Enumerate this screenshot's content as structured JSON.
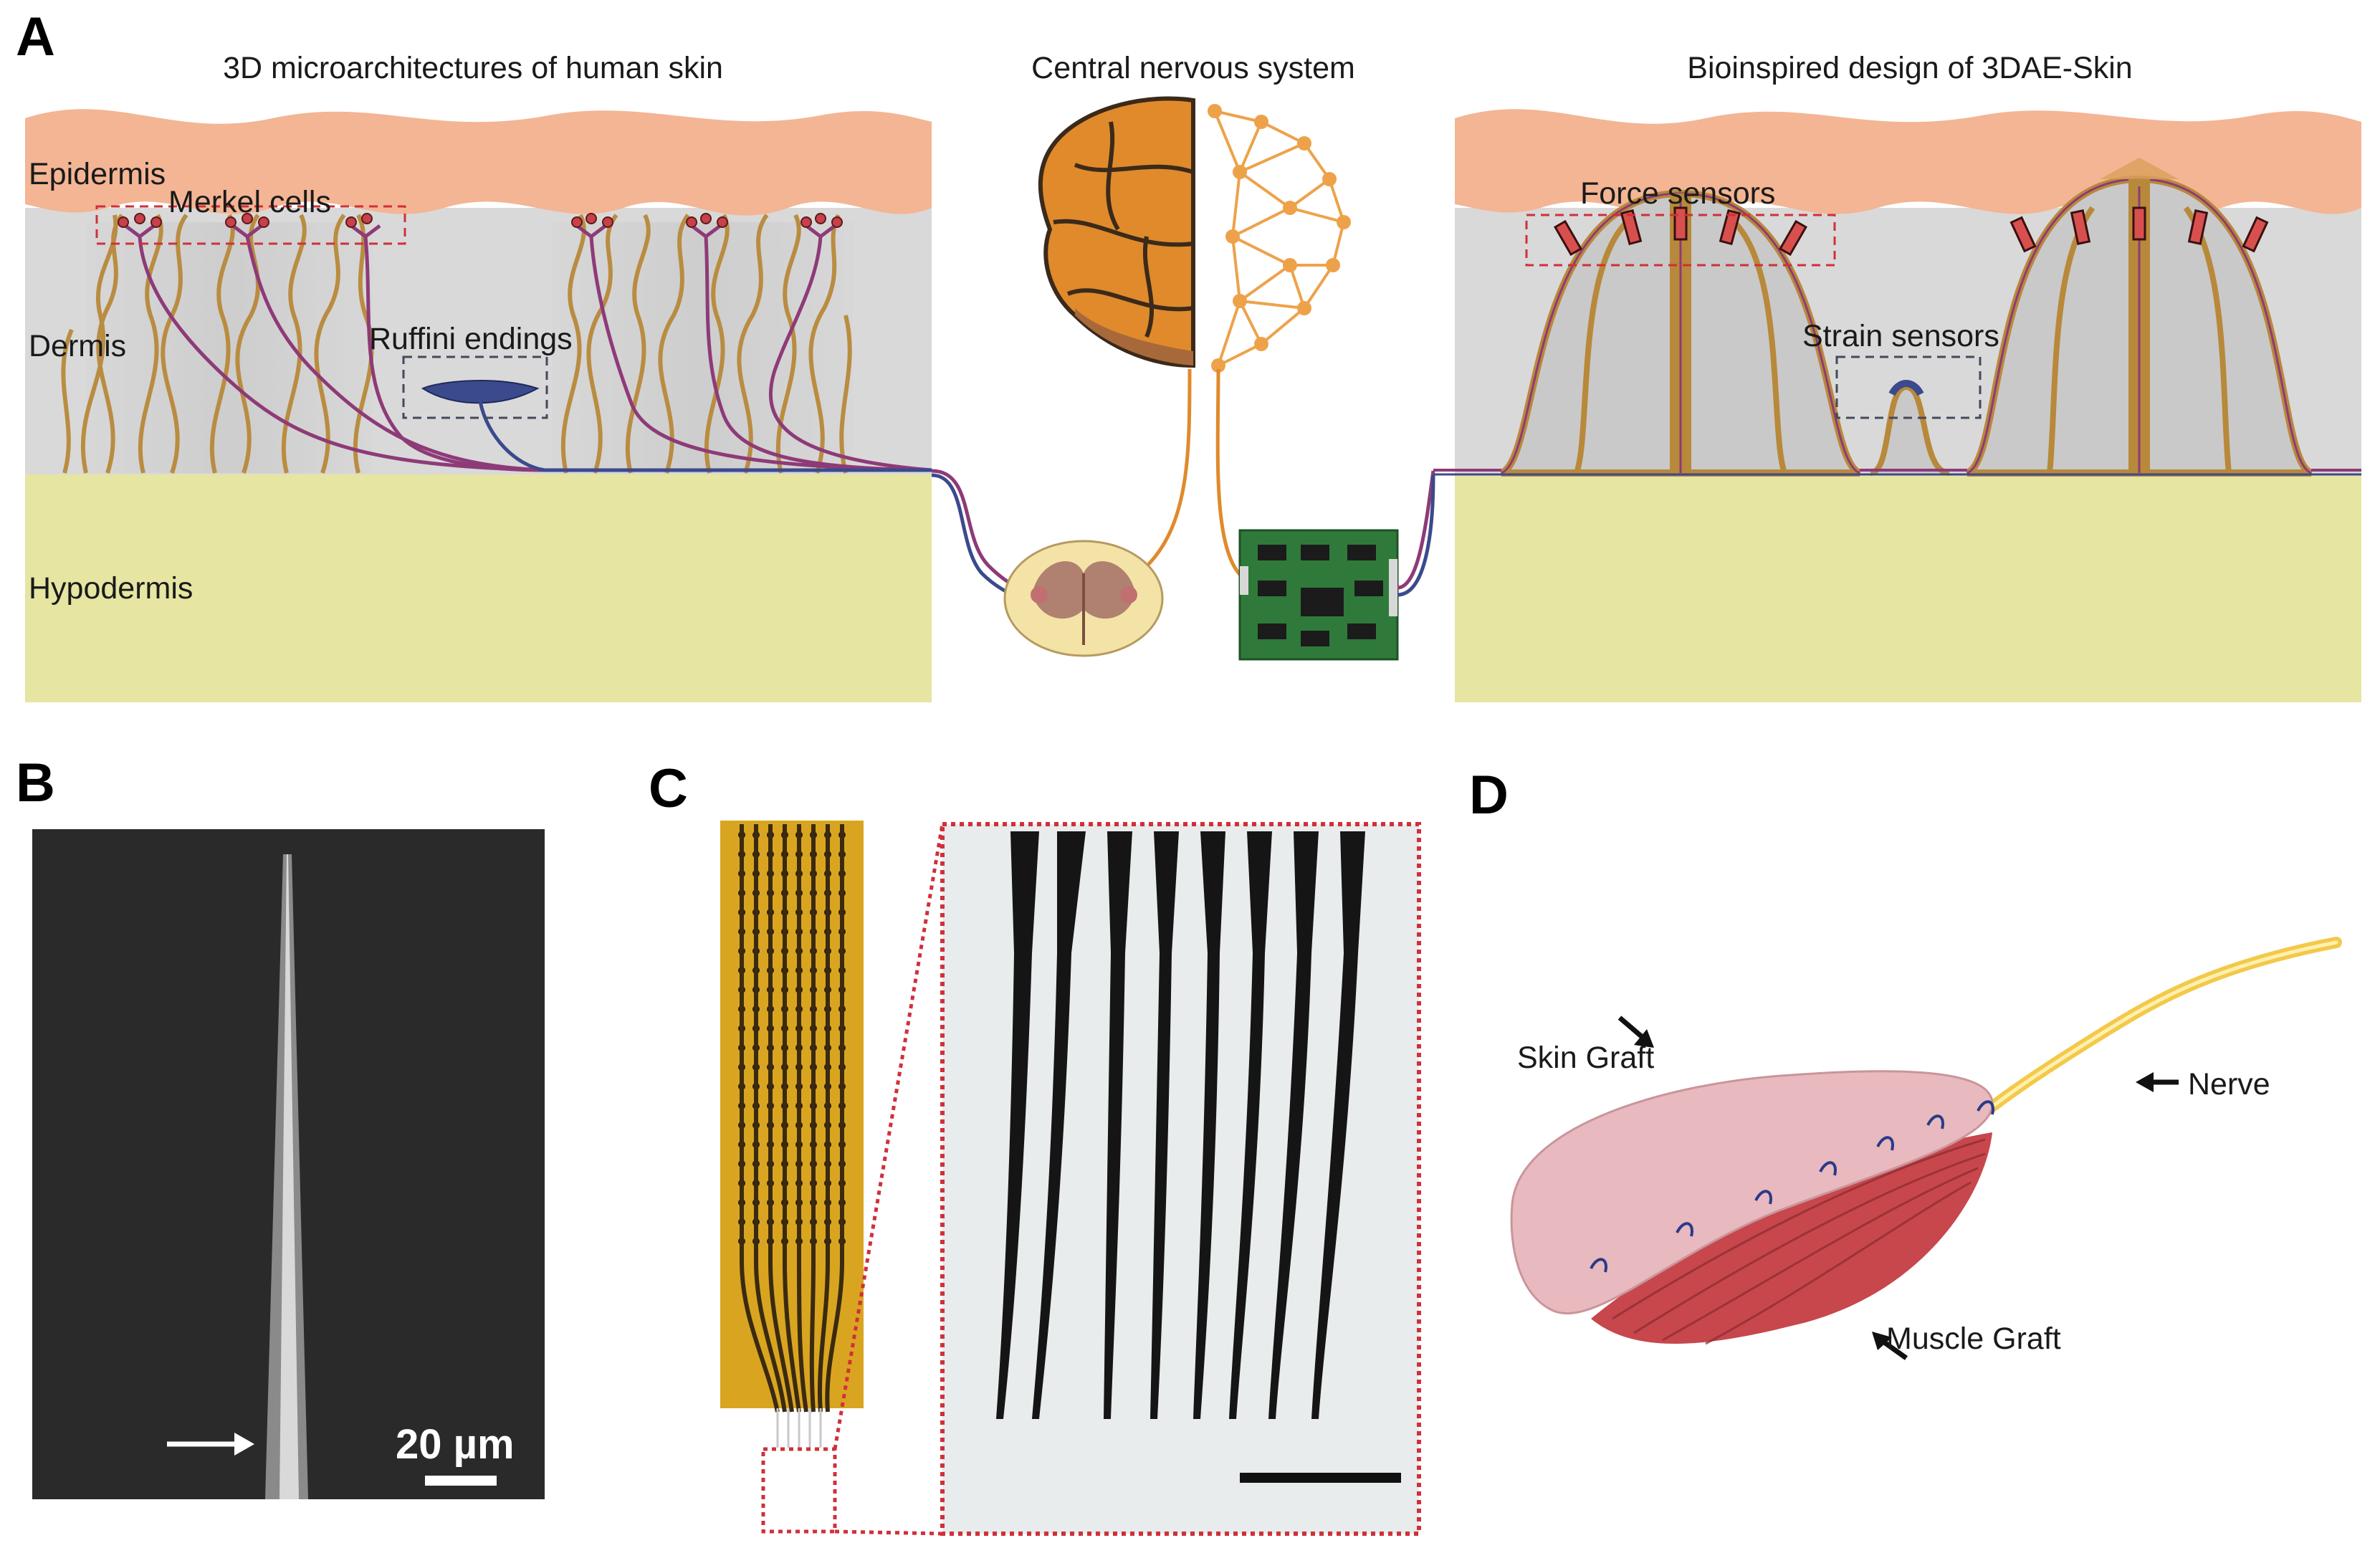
{
  "panels": {
    "a": {
      "letter": "A",
      "title_left": "3D microarchitectures of human skin",
      "title_center": "Central nervous system",
      "title_right": "Bioinspired design of 3DAE-Skin",
      "labels": {
        "epidermis": "Epidermis",
        "merkel": "Merkel cells",
        "dermis": "Dermis",
        "ruffini": "Ruffini endings",
        "hypodermis": "Hypodermis",
        "force": "Force sensors",
        "strain": "Strain sensors"
      }
    },
    "b": {
      "letter": "B",
      "scale_label": "20 µm"
    },
    "c": {
      "letter": "C"
    },
    "d": {
      "letter": "D",
      "labels": {
        "skin": "Skin Graft",
        "nerve": "Nerve",
        "muscle": "Muscle Graft"
      }
    }
  },
  "colors": {
    "epidermis": "#f3b594",
    "dermis": "#d9d9d9",
    "hypodermis": "#e6e5a2",
    "fiber": "#b8893a",
    "nerve_purple": "#8e3a78",
    "nerve_blue": "#3b4a8c",
    "merkel_red": "#c8404a",
    "sensor_red": "#d8504e",
    "brain_orange": "#e08a2c",
    "network_orange": "#eda24a",
    "pcb_green": "#2f7a3a",
    "dashed_red": "#d0303a",
    "dashed_grey": "#444a5a",
    "sem_bg": "#2a2a2a",
    "film_gold": "#d9a520",
    "skin_pink": "#e8b9be",
    "muscle_red": "#c7474c",
    "nerve_yellow": "#f3c94a"
  }
}
